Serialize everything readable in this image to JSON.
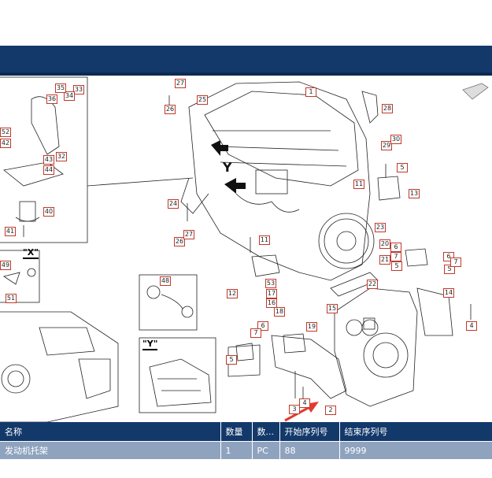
{
  "diagram": {
    "callouts": [
      "1",
      "2",
      "3",
      "4",
      "4",
      "5",
      "5",
      "5",
      "5",
      "6",
      "6",
      "6",
      "7",
      "7",
      "7",
      "11",
      "11",
      "12",
      "13",
      "14",
      "15",
      "16",
      "17",
      "18",
      "19",
      "20",
      "21",
      "22",
      "23",
      "24",
      "25",
      "26",
      "26",
      "27",
      "27",
      "28",
      "29",
      "30",
      "32",
      "33",
      "34",
      "35",
      "36",
      "40",
      "41",
      "42",
      "43",
      "44",
      "48",
      "49",
      "51",
      "52",
      "53"
    ],
    "view_x_label": "\"X\"",
    "view_y_label": "\"Y\"",
    "y_arrow_label": "Y"
  },
  "table": {
    "headers": [
      "名称",
      "数量",
      "数...",
      "开始序列号",
      "结束序列号"
    ],
    "rows": [
      [
        "发动机托架",
        "1",
        "PC",
        "88",
        "9999"
      ]
    ]
  },
  "colors": {
    "header_bar": "#13396b",
    "row_bg": "#8fa3bf",
    "callout_border": "#c0392b",
    "arrow_red": "#e23b2e"
  }
}
